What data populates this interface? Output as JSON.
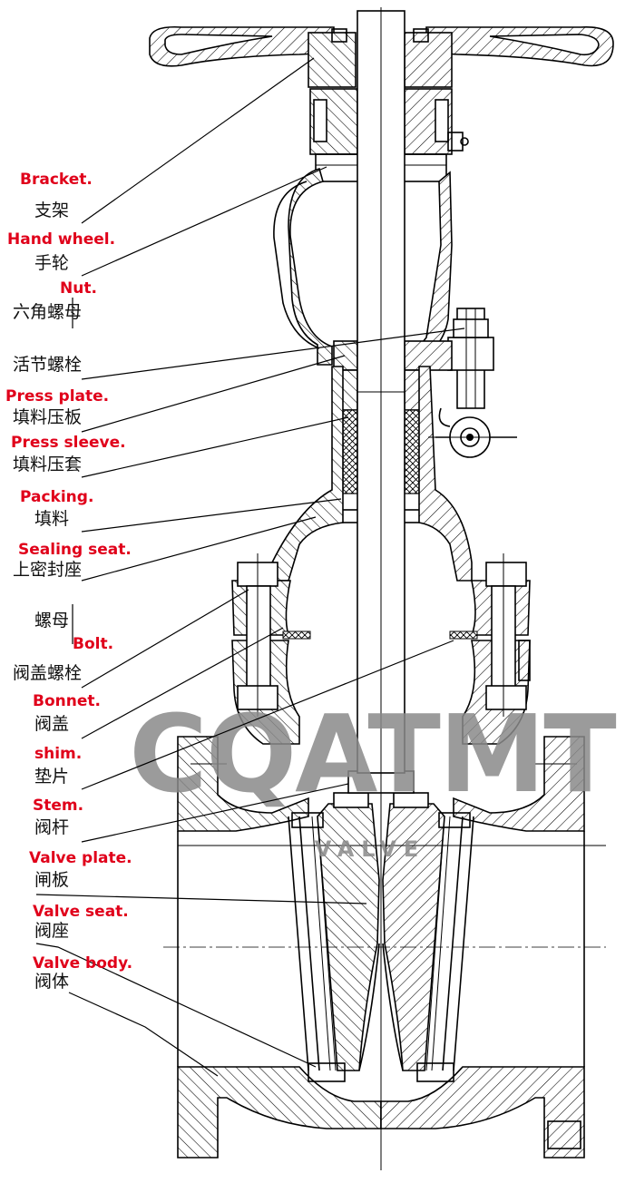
{
  "watermark": {
    "brand": "CQATMT",
    "sub": "VALVE",
    "color": "#8a8a8a"
  },
  "label_color": "#e0001a",
  "labels": [
    {
      "en": "Bracket.",
      "cn": "支架"
    },
    {
      "en": "Hand wheel.",
      "cn": "手轮"
    },
    {
      "en": "Nut.",
      "cn": "六角螺母"
    },
    {
      "en": "",
      "cn": "活节螺栓"
    },
    {
      "en": "Press plate.",
      "cn": "填料压板"
    },
    {
      "en": "Press sleeve.",
      "cn": "填料压套"
    },
    {
      "en": "Packing.",
      "cn": "填料"
    },
    {
      "en": "Sealing seat.",
      "cn": "上密封座"
    },
    {
      "en": "",
      "cn": "螺母"
    },
    {
      "en": "Bolt.",
      "cn": "阀盖螺栓"
    },
    {
      "en": "Bonnet.",
      "cn": "阀盖"
    },
    {
      "en": "shim.",
      "cn": "垫片"
    },
    {
      "en": "Stem.",
      "cn": "阀杆"
    },
    {
      "en": "Valve plate.",
      "cn": "闸板"
    },
    {
      "en": "Valve seat.",
      "cn": "阀座"
    },
    {
      "en": "Valve body.",
      "cn": "阀体"
    }
  ]
}
